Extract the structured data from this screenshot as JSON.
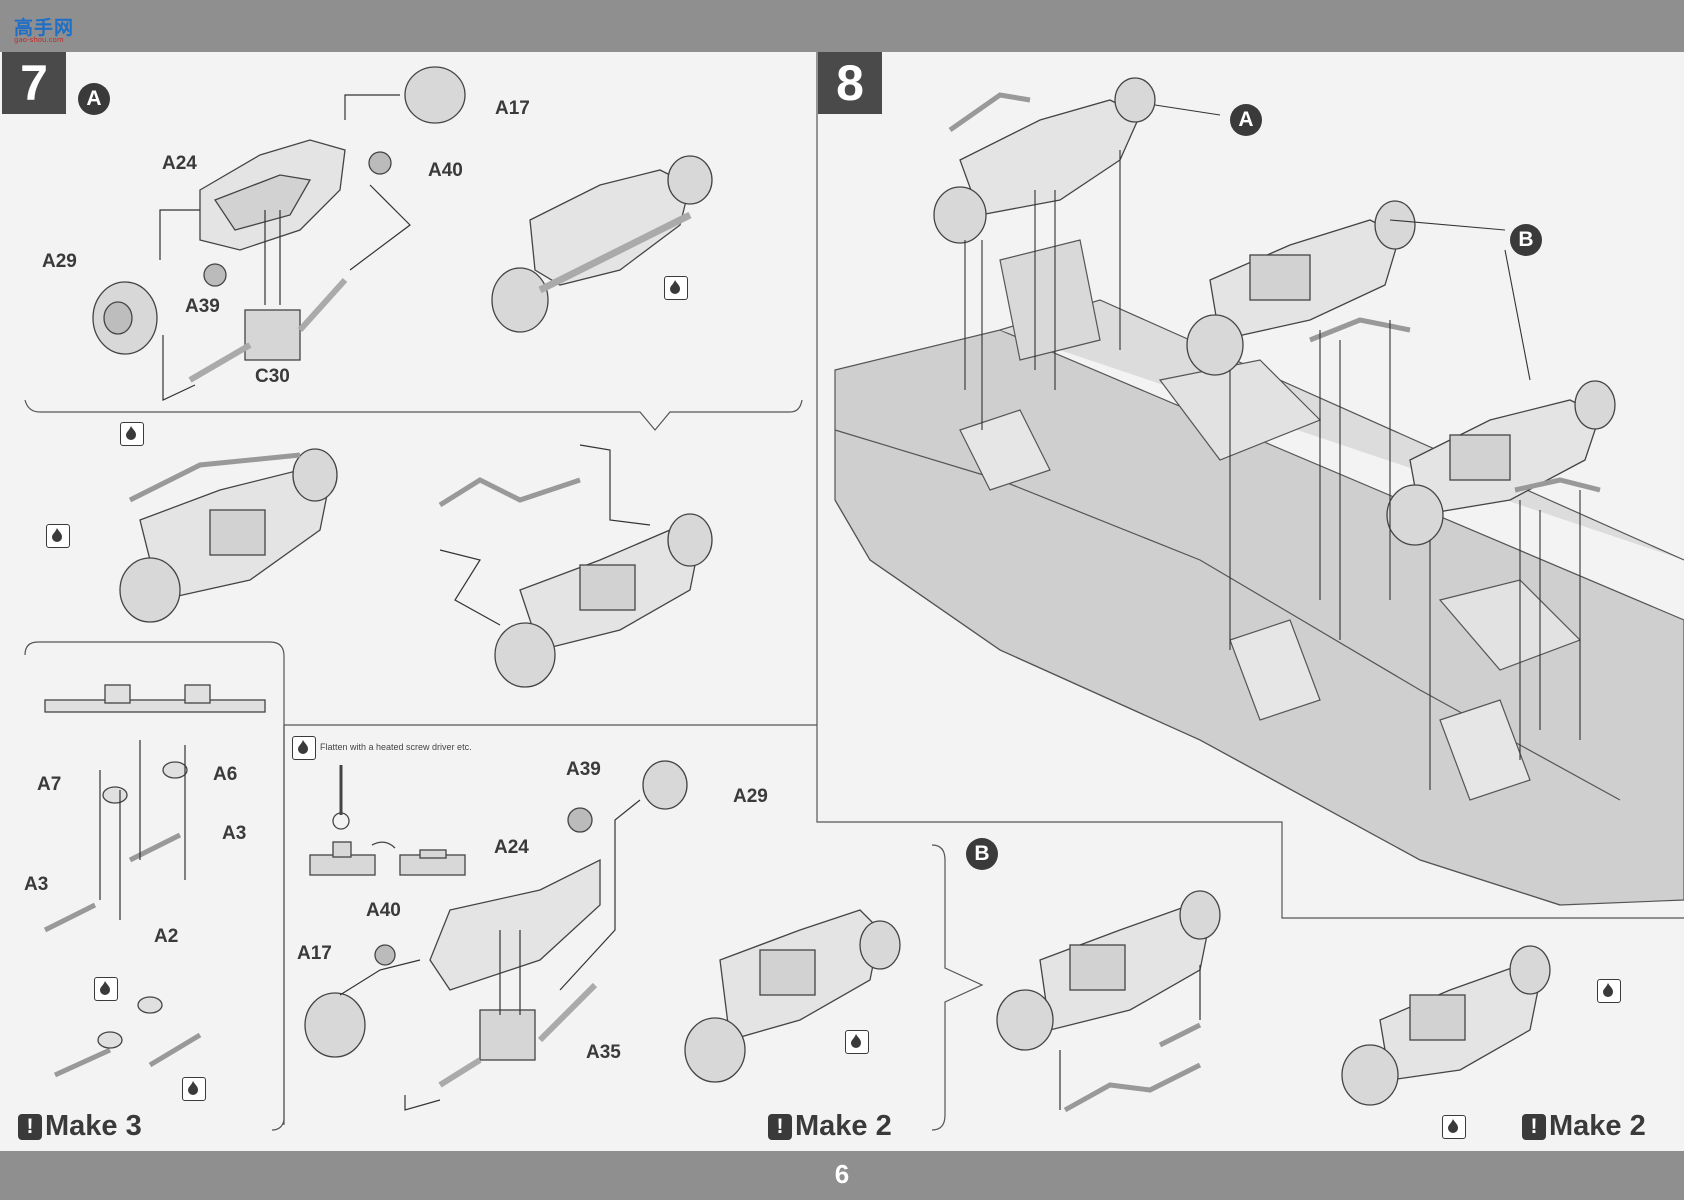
{
  "header": {
    "logo_text": "高手网",
    "logo_sub": "gao-shou.com"
  },
  "page_number": "6",
  "step7": {
    "number": "7",
    "sub_a": "A",
    "labels": {
      "a17": "A17",
      "a24": "A24",
      "a40": "A40",
      "a29": "A29",
      "a39": "A39",
      "c30": "C30"
    },
    "submodule": {
      "labels": {
        "a7": "A7",
        "a6": "A6",
        "a3_right": "A3",
        "a3_left": "A3",
        "a2": "A2"
      },
      "make": "Make 3"
    }
  },
  "step8": {
    "number": "8",
    "callout_a": "A",
    "callout_b": "B"
  },
  "section_b": {
    "heat_note": "Flatten with a heated screw driver etc.",
    "labels": {
      "a39": "A39",
      "a29": "A29",
      "a24": "A24",
      "a40": "A40",
      "a17": "A17",
      "a35": "A35"
    },
    "make_left": "Make 2",
    "sub_b": "B",
    "make_right": "Make 2"
  },
  "icons": {
    "heat": "flame-icon",
    "warning": "exclamation-icon"
  },
  "colors": {
    "ink": "#3a3a3a",
    "paper": "#f3f3f3",
    "band": "#8f8f8f",
    "chassis": "#cfcfcf"
  }
}
